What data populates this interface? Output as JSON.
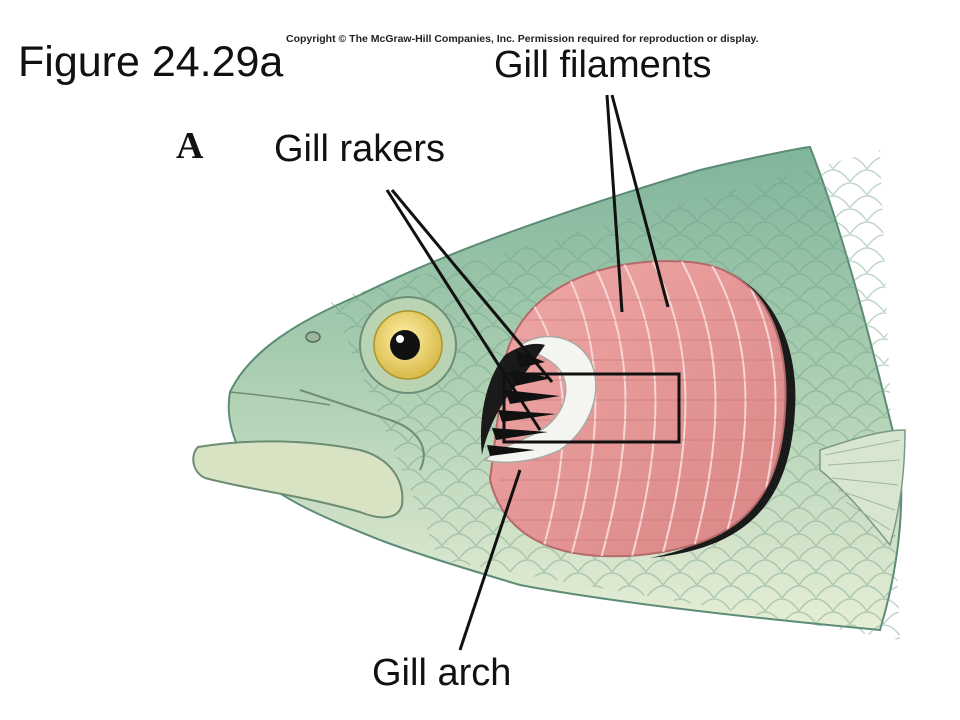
{
  "figure": {
    "title": "Figure 24.29a",
    "copyright": "Copyright © The McGraw-Hill Companies, Inc. Permission required for reproduction or display.",
    "panel_letter": "A"
  },
  "labels": {
    "gill_filaments": "Gill filaments",
    "gill_rakers": "Gill rakers",
    "gill_arch": "Gill arch"
  },
  "colors": {
    "fish_back": "#8fbfa4",
    "fish_belly": "#dfe9cf",
    "gill_pink": "#e79a9a",
    "gill_line": "#f6d2d2",
    "eye_iris": "#ead070",
    "leader_line": "#111111"
  }
}
